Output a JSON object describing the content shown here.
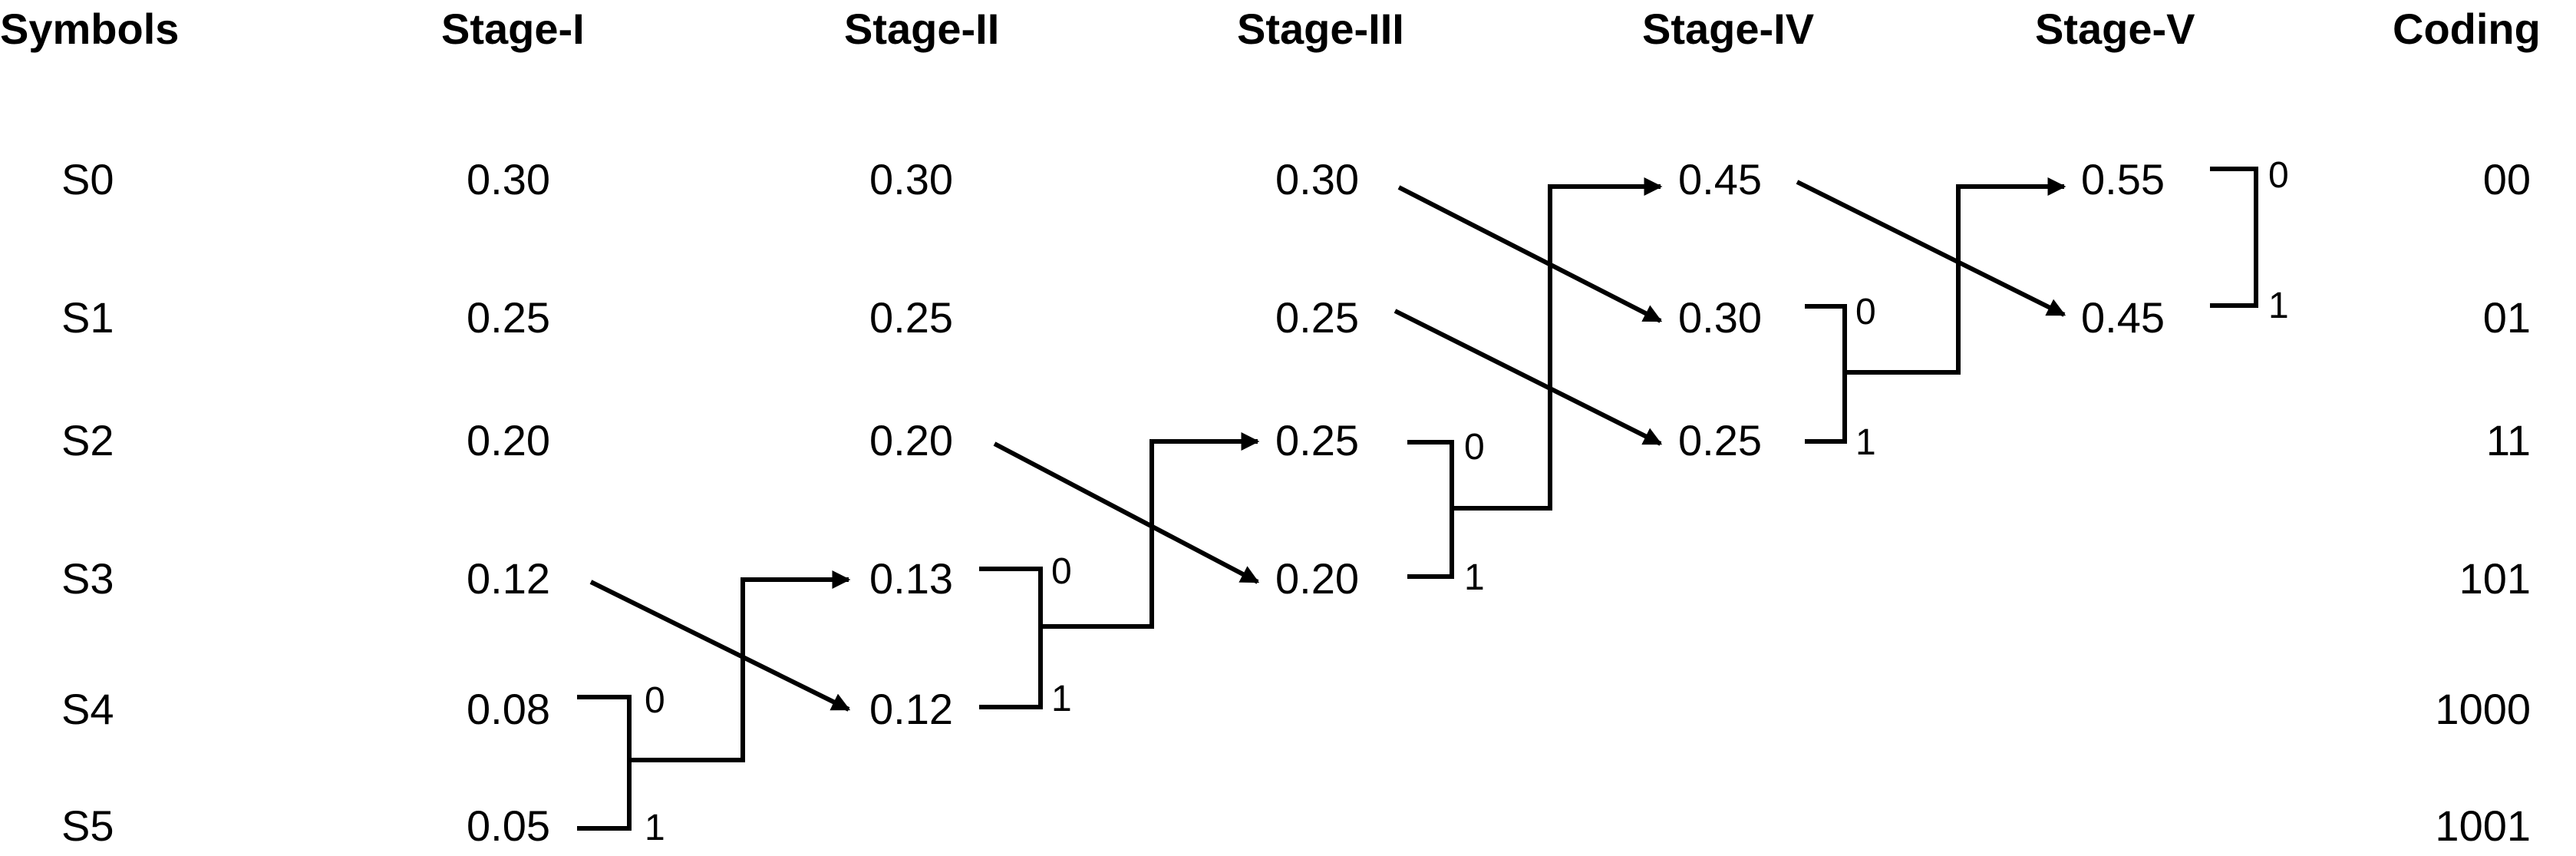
{
  "headers": [
    "Symbols",
    "Stage-I",
    "Stage-II",
    "Stage-III",
    "Stage-IV",
    "Stage-V",
    "Coding"
  ],
  "symbols": [
    "S0",
    "S1",
    "S2",
    "S3",
    "S4",
    "S5"
  ],
  "stages": [
    [
      "0.30",
      "0.25",
      "0.20",
      "0.12",
      "0.08",
      "0.05"
    ],
    [
      "0.30",
      "0.25",
      "0.20",
      "0.13",
      "0.12"
    ],
    [
      "0.30",
      "0.25",
      "0.25",
      "0.20"
    ],
    [
      "0.45",
      "0.30",
      "0.25"
    ],
    [
      "0.55",
      "0.45"
    ]
  ],
  "codes": [
    "00",
    "01",
    "11",
    "101",
    "1000",
    "1001"
  ],
  "branch_bits": [
    "0",
    "1"
  ]
}
